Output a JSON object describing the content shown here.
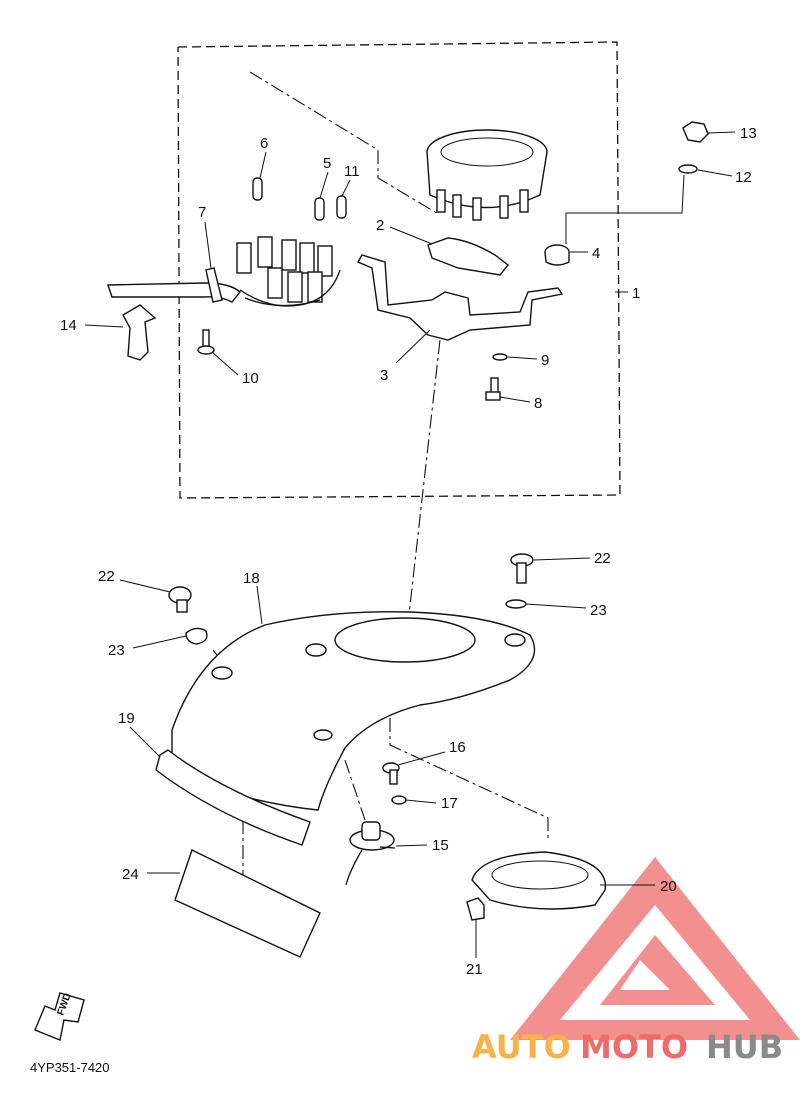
{
  "diagram_code": "4YP351-7420",
  "fwd_label": "FWD",
  "watermark": {
    "text_part1": "AUTO",
    "text_part2": "MOTO",
    "text_part3": "HUB",
    "color_orange": "#f7b24a",
    "color_red": "#ee6b6b",
    "color_gray": "#8a8a8a"
  },
  "callouts": {
    "c1": "1",
    "c2": "2",
    "c3": "3",
    "c4": "4",
    "c5": "5",
    "c6": "6",
    "c7": "7",
    "c8": "8",
    "c9": "9",
    "c10": "10",
    "c11": "11",
    "c12": "12",
    "c13": "13",
    "c14": "14",
    "c15": "15",
    "c16": "16",
    "c17": "17",
    "c18": "18",
    "c19": "19",
    "c20": "20",
    "c21": "21",
    "c22a": "22",
    "c22b": "22",
    "c23a": "23",
    "c23b": "23",
    "c24": "24"
  }
}
